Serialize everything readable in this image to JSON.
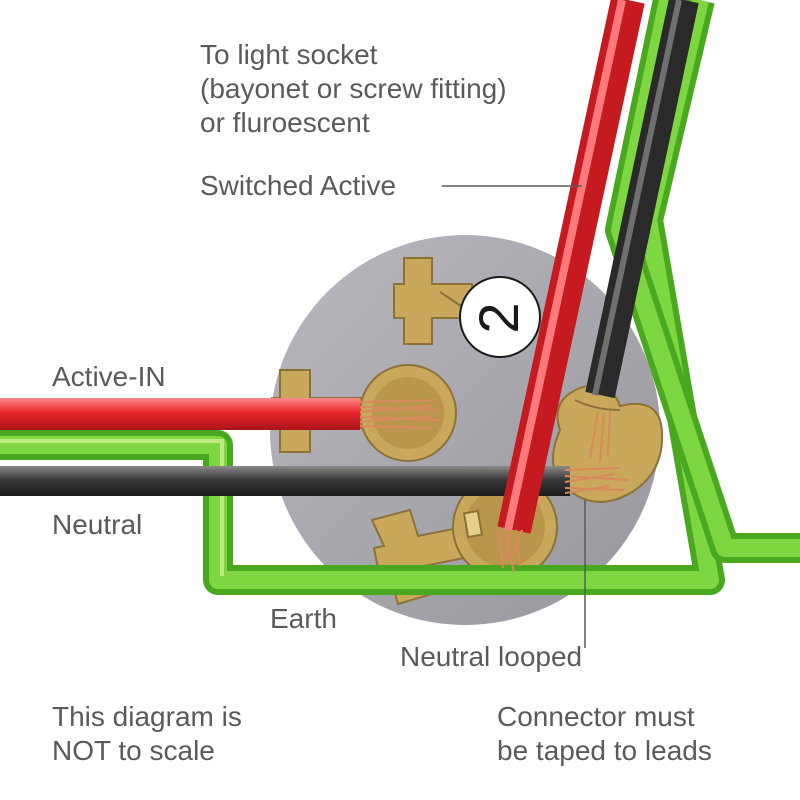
{
  "labels": {
    "to_light_socket": [
      "To light socket",
      "(bayonet or screw fitting)",
      "or fluroescent"
    ],
    "switched_active": "Switched Active",
    "active_in": "Active-IN",
    "neutral": "Neutral",
    "earth": "Earth",
    "neutral_looped": "Neutral looped",
    "not_to_scale": [
      "This diagram is",
      "NOT to scale"
    ],
    "connector_taped": [
      "Connector must",
      "be taped to leads"
    ]
  },
  "terminal_number": "2",
  "colors": {
    "active": "#e8262c",
    "neutral": "#3a3a3a",
    "earth": "#5ec42f",
    "earth_light": "#a8e05a",
    "body": "#a8a8ae",
    "brass": "#c9a85c",
    "copper": "#d98a5a",
    "text": "#5a5a5a"
  }
}
